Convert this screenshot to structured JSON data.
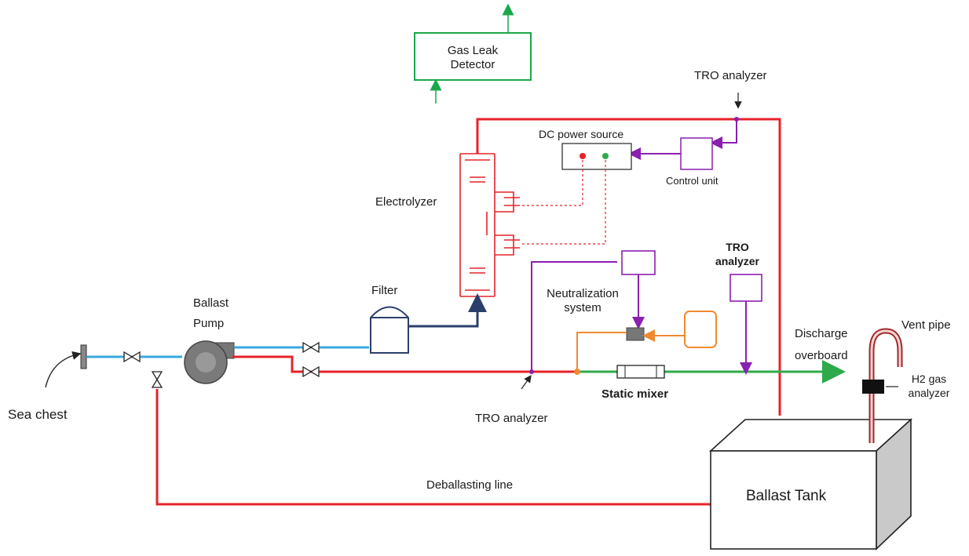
{
  "colors": {
    "seawater": "#3aa8e0",
    "treated": "#e5232a",
    "neutralized": "#2eaa4a",
    "filter_line": "#2b3f6b",
    "control": "#8a1fb0",
    "neutralizer": "#f08a30",
    "detector": "#1aa84a",
    "dashed": "#e5232a"
  },
  "labels": {
    "gas_leak_detector": "Gas Leak Detector",
    "tro_analyzer_top": "TRO analyzer",
    "dc_power_source": "DC power source",
    "control_unit": "Control unit",
    "electrolyzer": "Electrolyzer",
    "tro_analyzer_right": "TRO analyzer",
    "filter": "Filter",
    "ballast_pump": "Ballast Pump",
    "neutralization_system": "Neutralization system",
    "discharge_overboard": "Discharge overboard",
    "vent_pipe": "Vent pipe",
    "h2_gas_analyzer": "H2 gas analyzer",
    "sea_chest": "Sea chest",
    "static_mixer": "Static mixer",
    "tro_analyzer_bottom": "TRO analyzer",
    "deballasting_line": "Deballasting line",
    "ballast_tank": "Ballast Tank"
  }
}
